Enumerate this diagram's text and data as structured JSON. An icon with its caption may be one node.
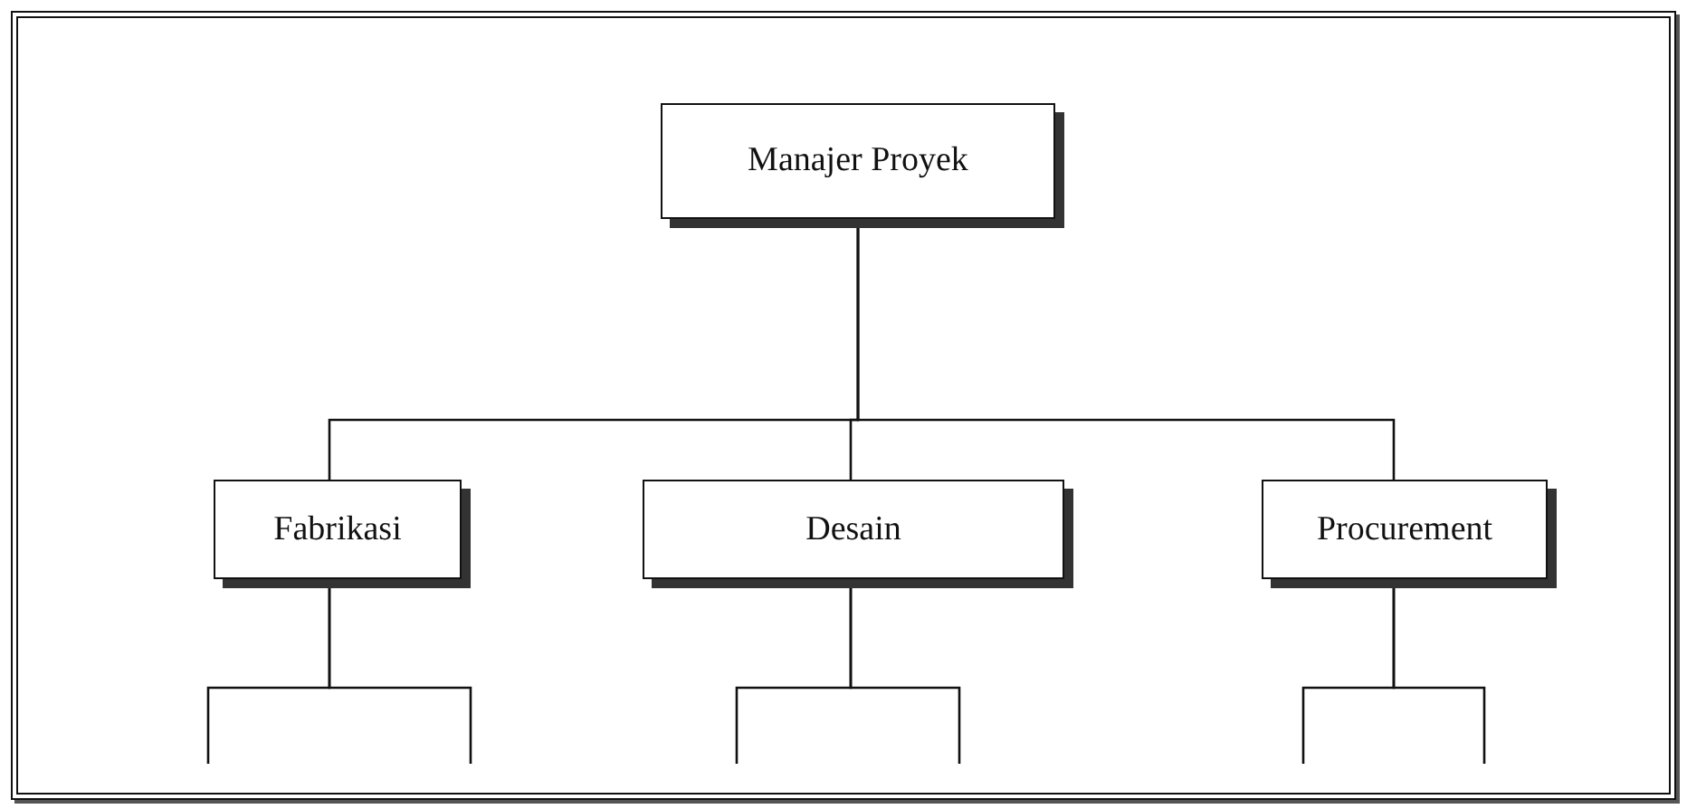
{
  "diagram": {
    "nodes": [
      {
        "text": [
          "Manajer Proyek"
        ]
      },
      {
        "text": [
          "Fabrikasi"
        ]
      },
      {
        "text": [
          "Desain"
        ]
      },
      {
        "text": [
          "Procurement"
        ]
      }
    ],
    "edges": [
      {
        "from": 0,
        "to": 1,
        "arrow": "none"
      },
      {
        "from": 0,
        "to": 2,
        "arrow": "none"
      },
      {
        "from": 0,
        "to": 3,
        "arrow": "none"
      },
      {
        "from": 1,
        "to": null,
        "arrow": "none"
      },
      {
        "from": 1,
        "to": null,
        "arrow": "none"
      },
      {
        "from": 2,
        "to": null,
        "arrow": "none"
      },
      {
        "from": 2,
        "to": null,
        "arrow": "none"
      },
      {
        "from": 3,
        "to": null,
        "arrow": "none"
      },
      {
        "from": 3,
        "to": null,
        "arrow": "none"
      }
    ]
  }
}
